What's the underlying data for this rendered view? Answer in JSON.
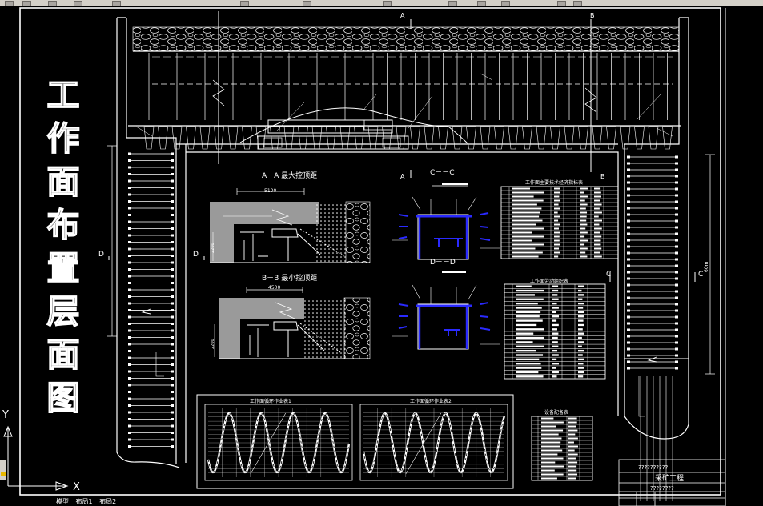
{
  "title_vertical": [
    "工",
    "作",
    "面",
    "布",
    "置",
    "层",
    "面",
    "图"
  ],
  "section_markers": {
    "a": "A",
    "b": "B",
    "c": "C",
    "d": "D"
  },
  "drawings": {
    "aa_title": "A－A 最大控顶距",
    "aa_dim": "5100",
    "bb_title": "B－B 最小控顶距",
    "bb_dim": "4500",
    "cc_title": "C－－C",
    "dd_title": "D－－D",
    "side_dim_1": "2200",
    "side_dim_2": "2200",
    "right_dim": "60m"
  },
  "tables": {
    "table1_title": "工作面主要技术经济指标表",
    "table2_title": "工作面劳动组织表",
    "table3_title": "设备配备表"
  },
  "charts": {
    "chart1_title": "工作面循环作业表1",
    "chart2_title": "工作面循环作业表2"
  },
  "title_block": {
    "line1": "??????????",
    "line2": "采矿工程",
    "line3": "????????"
  },
  "axes": {
    "y_label": "Y",
    "x_label": "X"
  },
  "status_tabs": [
    "模型",
    "布局1",
    "布局2"
  ],
  "colors": {
    "background": "#000000",
    "drawing": "#ffffff",
    "fill_gray": "#9a9a9a",
    "highlight_blue": "#2a2aff"
  }
}
